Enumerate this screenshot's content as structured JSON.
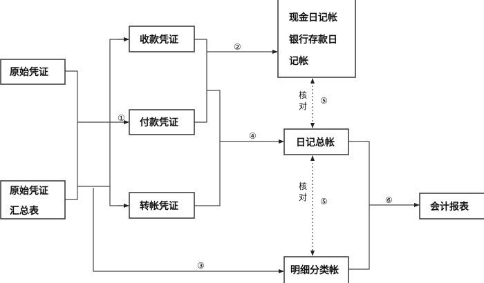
{
  "nodes": {
    "original_voucher": "原始凭证",
    "summary_line1": "原始凭证",
    "summary_line2": "汇总表",
    "receipt_voucher": "收款凭证",
    "payment_voucher": "付款凭证",
    "transfer_voucher": "转帐凭证",
    "journal_line1": "现金日记帐",
    "journal_line2": "银行存款日",
    "journal_line3": "记帐",
    "general_ledger": "日记总帐",
    "subsidiary_ledger": "明细分类帐",
    "reports": "会计报表"
  },
  "labels": {
    "step1": "①",
    "step2": "②",
    "step3": "③",
    "step4": "④",
    "step5a": "⑤",
    "step5b": "⑤",
    "step6": "⑥",
    "check_a1": "核",
    "check_a2": "对",
    "check_b1": "核",
    "check_b2": "对"
  }
}
